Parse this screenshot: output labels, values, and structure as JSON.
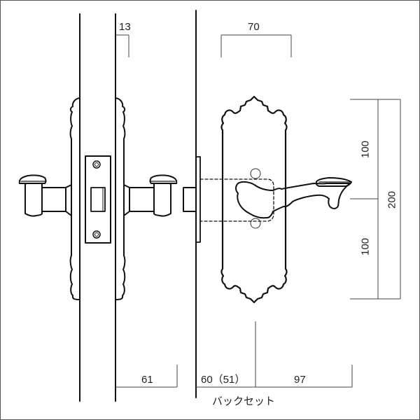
{
  "drawing": {
    "subject": "mortise lock with lever handle and backplate",
    "line_color": "#111111",
    "dim_color": "#444444",
    "background": "#ffffff"
  },
  "dimensions": {
    "door_thickness": "13",
    "plate_width": "70",
    "upper_half_height": "100",
    "total_height": "200",
    "lower_half_height": "100",
    "projection_left": "61",
    "backset": "60（51）",
    "projection_right": "97",
    "backset_label": "バックセット"
  }
}
